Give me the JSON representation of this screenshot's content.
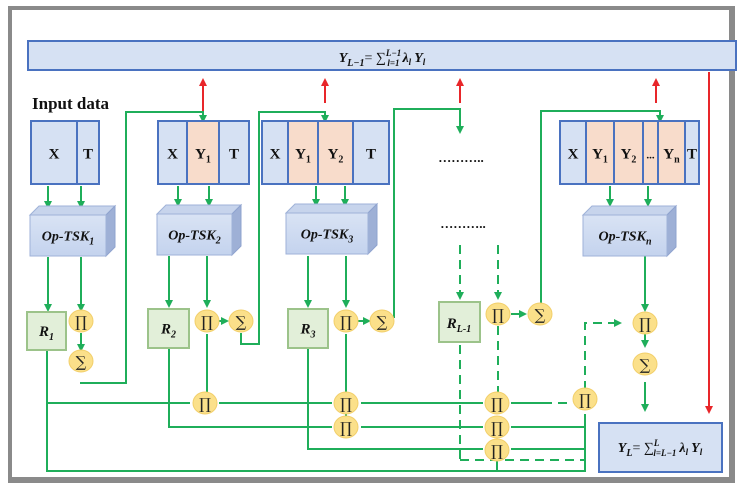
{
  "colors": {
    "flow": "#1fae5a",
    "feedback": "#e8262a",
    "cell_blue": "#d6e1f3",
    "cell_orange": "#f8dccb",
    "cell_border": "#4a72c0",
    "rule_box": "#e2efd9",
    "rule_border": "#9cc38a",
    "node_fill": "#fbe08a",
    "frame": "#8a8a8a"
  },
  "header": {
    "formula_label": "Y_{L-1} = Σ_{l=1}^{L-1} λ_l Y_l",
    "main": "Y",
    "sub": "L−1",
    "eq": "= ∑",
    "sup": "L−1",
    "lower": "l=1",
    "lambda": "λ",
    "lsub": "l",
    "y": "Y",
    "ysub": "l"
  },
  "input_label": "Input data",
  "stages": [
    {
      "id": "stage-1",
      "cells": [
        {
          "text": "X",
          "sub": "",
          "kind": "blue"
        },
        {
          "text": "T",
          "sub": "",
          "kind": "blue"
        }
      ],
      "module": "Op-TSK",
      "module_sub": "1",
      "rule": "R",
      "rule_sub": "1"
    },
    {
      "id": "stage-2",
      "cells": [
        {
          "text": "X",
          "sub": "",
          "kind": "blue"
        },
        {
          "text": "Y",
          "sub": "1",
          "kind": "orange"
        },
        {
          "text": "T",
          "sub": "",
          "kind": "blue"
        }
      ],
      "module": "Op-TSK",
      "module_sub": "2",
      "rule": "R",
      "rule_sub": "2"
    },
    {
      "id": "stage-3",
      "cells": [
        {
          "text": "X",
          "sub": "",
          "kind": "blue"
        },
        {
          "text": "Y",
          "sub": "1",
          "kind": "orange"
        },
        {
          "text": "Y",
          "sub": "2",
          "kind": "orange"
        },
        {
          "text": "T",
          "sub": "",
          "kind": "blue"
        }
      ],
      "module": "Op-TSK",
      "module_sub": "3",
      "rule": "R",
      "rule_sub": "3"
    },
    {
      "id": "stage-n",
      "cells": [
        {
          "text": "X",
          "sub": "",
          "kind": "blue"
        },
        {
          "text": "Y",
          "sub": "1",
          "kind": "orange"
        },
        {
          "text": "Y",
          "sub": "2",
          "kind": "orange"
        },
        {
          "text": "...",
          "sub": "",
          "kind": "orange"
        },
        {
          "text": "Y",
          "sub": "n",
          "kind": "orange"
        },
        {
          "text": "T",
          "sub": "",
          "kind": "blue"
        }
      ],
      "module": "Op-TSK",
      "module_sub": "n",
      "rule": "",
      "rule_sub": ""
    }
  ],
  "middle": {
    "ellipsis_top": "………..",
    "ellipsis_mid": "………..",
    "rule": "R",
    "rule_sub": "L-1"
  },
  "operators": {
    "product": "∏",
    "sum": "∑"
  },
  "output": {
    "main": "Y",
    "sub": "L",
    "eq": "= ∑",
    "sup": "L",
    "lower": "l=L−1",
    "lambda": "λ",
    "lsub": "l",
    "y": "Y",
    "ysub": "l"
  }
}
